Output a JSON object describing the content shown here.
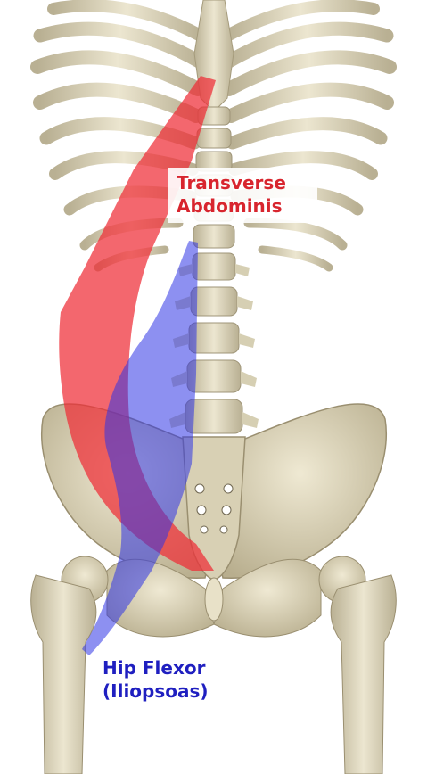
{
  "labels": {
    "transverse_abdominis": {
      "line1": "Transverse",
      "line2": "Abdominis"
    },
    "hip_flexor": {
      "line1": "Hip Flexor",
      "line2": "(Iliopsoas)"
    }
  },
  "colors": {
    "transverse_abdominis": "#e8303c",
    "hip_flexor": "#2a2ed0",
    "bone": "#e3dcc4",
    "bone_shadow": "#b5ac8c"
  }
}
